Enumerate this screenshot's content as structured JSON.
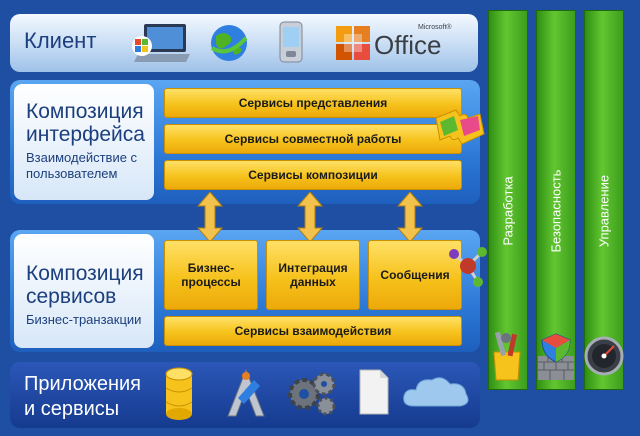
{
  "client": {
    "title": "Клиент",
    "office_brand": "Office",
    "office_brand_small": "Microsoft®"
  },
  "ui_composition": {
    "title_line1": "Композиция",
    "title_line2": "интерфейса",
    "subtitle_line1": "Взаимодействие с",
    "subtitle_line2": "пользователем",
    "boxes": [
      "Сервисы представления",
      "Сервисы совместной работы",
      "Сервисы композиции"
    ]
  },
  "service_composition": {
    "title_line1": "Композиция",
    "title_line2": "сервисов",
    "subtitle": "Бизнес-транзакции",
    "box1_line1": "Бизнес-",
    "box1_line2": "процессы",
    "box2_line1": "Интеграция",
    "box2_line2": "данных",
    "box3": "Сообщения",
    "bottom_box": "Сервисы взаимодействия"
  },
  "apps": {
    "title_line1": "Приложения",
    "title_line2": "и сервисы"
  },
  "columns": [
    "Разработка",
    "Безопасность",
    "Управление"
  ],
  "colors": {
    "background": "#1f4fa3",
    "yellow_box": "#f6c21c",
    "green_column": "#4fb223"
  },
  "icons": [
    "windows-laptop-icon",
    "globe-icon",
    "pda-icon",
    "office-logo-icon",
    "puzzle-icon",
    "molecule-icon",
    "database-icon",
    "compass-icon",
    "gears-icon",
    "document-icon",
    "cloud-icon",
    "tools-icon",
    "shield-wall-icon",
    "gauge-icon"
  ]
}
